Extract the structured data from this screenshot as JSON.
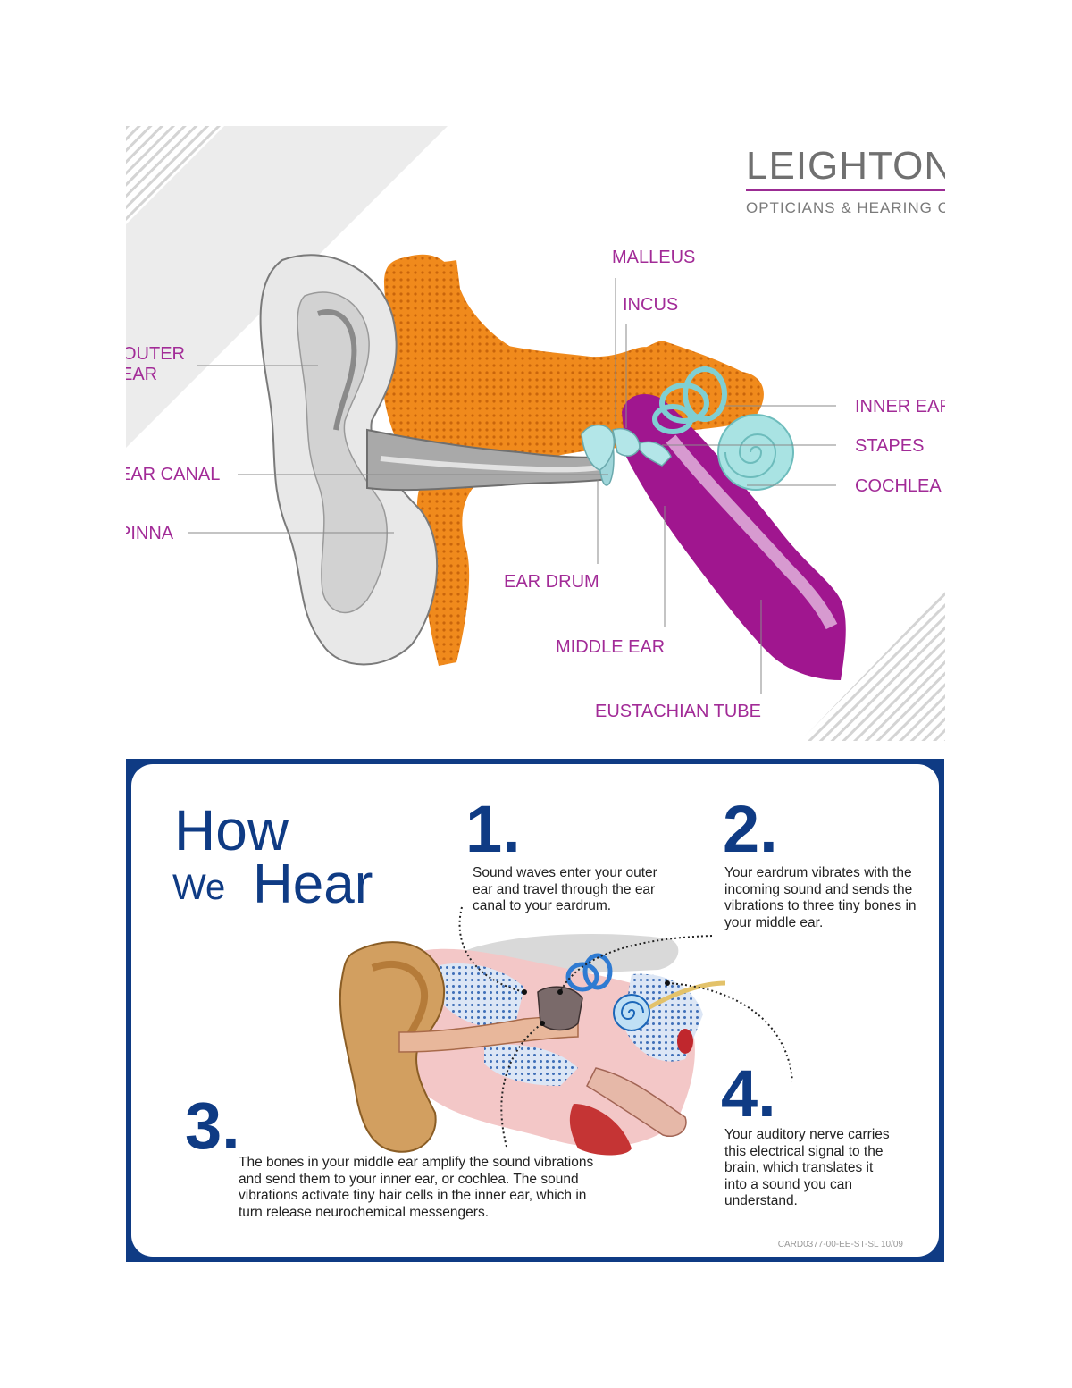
{
  "logo": {
    "name": "LEIGHTON",
    "tagline": "OPTICIANS & HEARING CA"
  },
  "anatomy_labels": {
    "outer_ear_1": "OUTER",
    "outer_ear_2": "EAR",
    "ear_canal": "EAR CANAL",
    "pinna": "PINNA",
    "malleus": "MALLEUS",
    "incus": "INCUS",
    "inner_ear": "INNER EAR",
    "stapes": "STAPES",
    "cochlea": "COCHLEA",
    "ear_drum": "EAR DRUM",
    "middle_ear": "MIDDLE EAR",
    "eustachian_tube": "EUSTACHIAN TUBE"
  },
  "how_we_hear": {
    "title_how": "How",
    "title_we": "We",
    "title_hear": "Hear",
    "steps": [
      {
        "number": "1.",
        "text": "Sound waves enter your outer ear and travel through the ear canal to your eardrum."
      },
      {
        "number": "2.",
        "text": "Your eardrum vibrates with the incoming sound and sends the vibrations to three tiny bones in your middle ear."
      },
      {
        "number": "3.",
        "text": "The bones in your middle ear amplify the sound vibrations and send them to your inner ear, or cochlea. The sound vibrations activate tiny hair cells in the inner ear, which in turn release neurochemical messengers."
      },
      {
        "number": "4.",
        "text": "Your auditory nerve carries this electrical signal to the brain, which translates it into a sound you can understand."
      }
    ],
    "card_code": "CARD0377-00-EE-ST-SL   10/09"
  },
  "colors": {
    "purple_label": "#a22b97",
    "navy": "#0f3b84",
    "orange_bone": "#f08a1c",
    "cochlea_teal": "#a9e3e3"
  }
}
